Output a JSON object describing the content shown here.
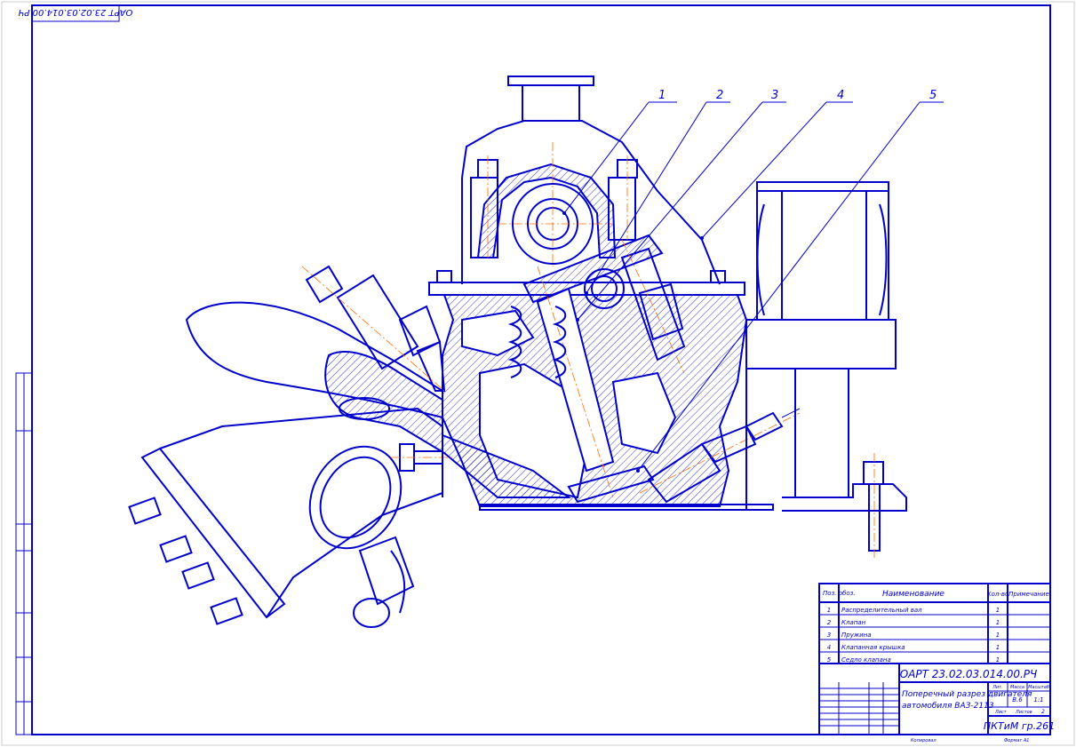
{
  "stamp_top": "ОАРТ 23.02.03.014.00.РЧ",
  "callouts": [
    "1",
    "2",
    "3",
    "4",
    "5"
  ],
  "spec": {
    "headers": [
      "Поз. обоз.",
      "Наименование",
      "Кол-во",
      "Примечание"
    ],
    "rows": [
      {
        "pos": "1",
        "name": "Распределительный вал",
        "qty": "1"
      },
      {
        "pos": "2",
        "name": "Клапан",
        "qty": "1"
      },
      {
        "pos": "3",
        "name": "Пружина",
        "qty": "1"
      },
      {
        "pos": "4",
        "name": "Клапанная крышка",
        "qty": "1"
      },
      {
        "pos": "5",
        "name": "Седло клапана",
        "qty": "1"
      }
    ]
  },
  "title_block": {
    "designation": "ОАРТ 23.02.03.014.00.РЧ",
    "title_line1": "Поперечный разрез двигателя",
    "title_line2": "автомобиля ВАЗ-2113",
    "sheet_label": "Лит.",
    "mass_label": "Масса",
    "scale_label": "Масштаб",
    "mass": "В.6",
    "scale": "1:1",
    "sheet": "Лист",
    "sheets": "Листов",
    "sheets_count": "2",
    "org": "ПКТиМ гр.261",
    "copied": "Копировал",
    "format": "Формат A1"
  }
}
